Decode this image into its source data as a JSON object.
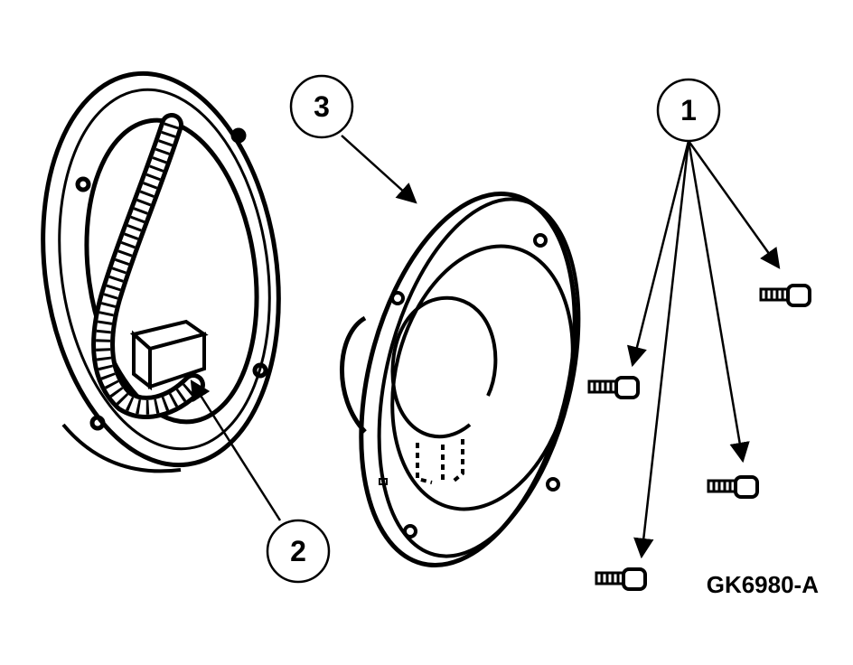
{
  "figure": {
    "id_label": "GK6980-A",
    "ink_color": "#000000",
    "paper_color": "#ffffff"
  },
  "callouts": [
    {
      "number": "1",
      "target": "speaker-screws"
    },
    {
      "number": "2",
      "target": "electrical-connector"
    },
    {
      "number": "3",
      "target": "speaker"
    }
  ],
  "parts": {
    "screw_count": 4
  }
}
